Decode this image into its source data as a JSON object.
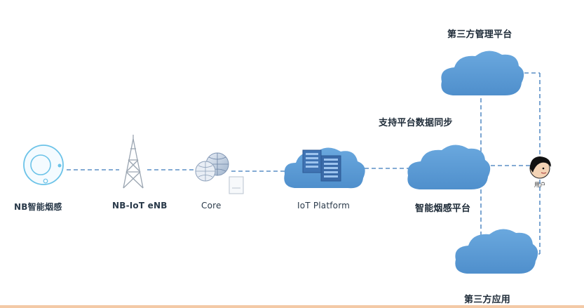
{
  "nodes": {
    "sensor": {
      "label": "NB智能烟感",
      "icon": "smoke-detector-icon"
    },
    "enb": {
      "label": "NB-IoT eNB",
      "icon": "radio-tower-icon"
    },
    "core": {
      "label": "Core",
      "icon": "core-network-icon"
    },
    "iot_platform": {
      "label": "IoT Platform",
      "icon": "server-cloud-icon"
    },
    "smart_platform": {
      "label": "智能烟感平台",
      "icon": "cloud-icon"
    },
    "third_party_mgmt": {
      "label": "第三方管理平台",
      "icon": "cloud-icon"
    },
    "third_party_app": {
      "label": "第三方应用",
      "icon": "cloud-icon"
    },
    "user": {
      "label": "用户",
      "icon": "user-avatar-icon"
    }
  },
  "annotations": {
    "sync": "支持平台数据同步"
  },
  "colors": {
    "line": "#5b8fc6",
    "cloud": "#5b9bd5",
    "cloud_dark": "#4a86c2",
    "tower": "#9aa5b1",
    "sensor_ring": "#6cc3e8",
    "server": "#3f73b3",
    "bottom_strip": "#f3c9a6"
  }
}
